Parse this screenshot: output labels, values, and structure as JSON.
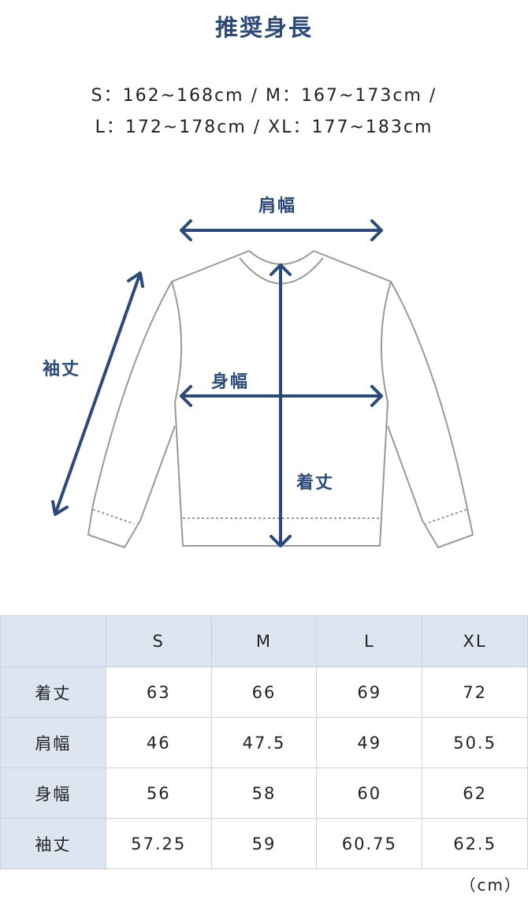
{
  "title": "推奨身長",
  "recommended_heights": {
    "line1": "S：162~168cm / M：167~173cm /",
    "line2": "L：172~178cm / XL：177~183cm"
  },
  "diagram": {
    "shoulder_label": "肩幅",
    "sleeve_label": "袖丈",
    "chest_label": "身幅",
    "length_label": "着丈",
    "accent_color": "#2b4a7a",
    "outline_color": "#999999"
  },
  "table": {
    "columns": [
      "",
      "S",
      "M",
      "L",
      "XL"
    ],
    "rows": [
      {
        "label": "着丈",
        "values": [
          "63",
          "66",
          "69",
          "72"
        ]
      },
      {
        "label": "肩幅",
        "values": [
          "46",
          "47.5",
          "49",
          "50.5"
        ]
      },
      {
        "label": "身幅",
        "values": [
          "56",
          "58",
          "60",
          "62"
        ]
      },
      {
        "label": "袖丈",
        "values": [
          "57.25",
          "59",
          "60.75",
          "62.5"
        ]
      }
    ],
    "unit": "（cm）"
  }
}
